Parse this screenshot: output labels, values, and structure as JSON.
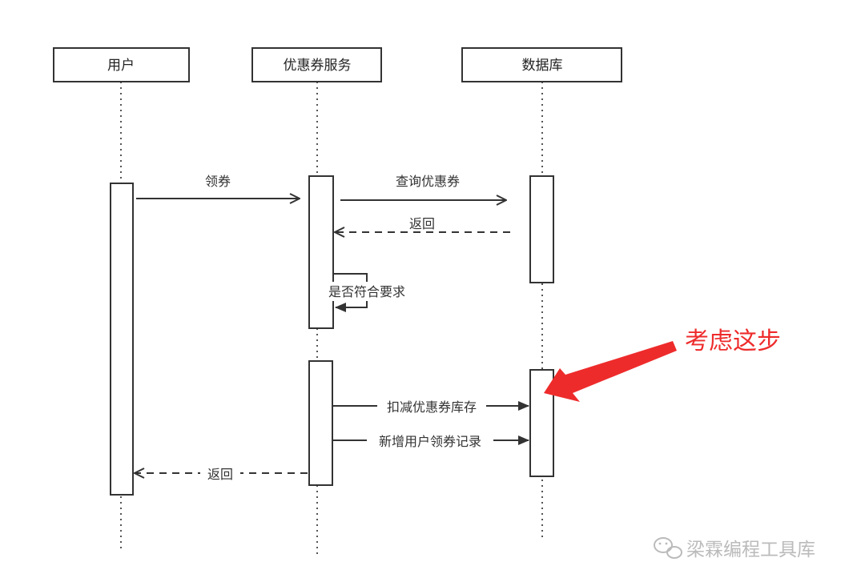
{
  "participants": [
    {
      "id": "user",
      "label": "用户"
    },
    {
      "id": "coupon_service",
      "label": "优惠券服务"
    },
    {
      "id": "database",
      "label": "数据库"
    }
  ],
  "messages": {
    "claim": "领券",
    "query": "查询优惠券",
    "return_db": "返回",
    "self_check": "是否符合要求",
    "deduct_stock": "扣减优惠券库存",
    "add_record": "新增用户领券记录",
    "return_user": "返回"
  },
  "callout": {
    "text": "考虑这步",
    "color": "#ee2b2b"
  },
  "watermark": {
    "text": "梁霖编程工具库",
    "icon": "wechat-icon"
  },
  "colors": {
    "line": "#333333",
    "lifeline": "#555555"
  }
}
